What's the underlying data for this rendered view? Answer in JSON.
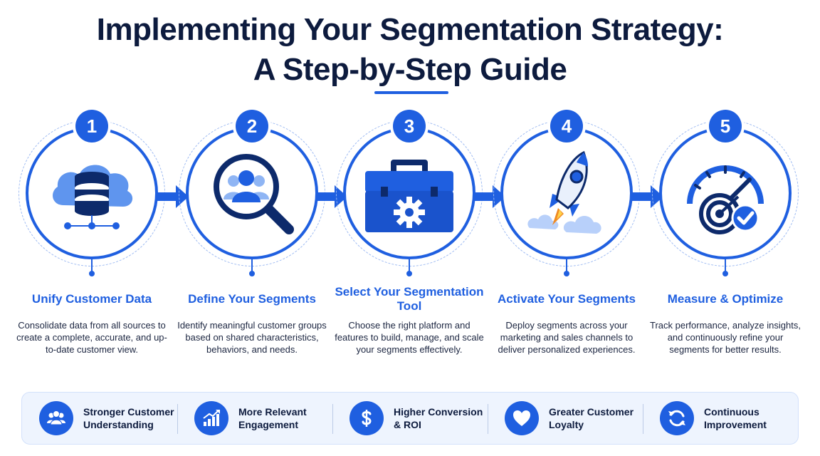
{
  "header": {
    "title_line1": "Implementing Your Segmentation Strategy:",
    "title_line2": "A Step-by-Step Guide"
  },
  "colors": {
    "primary": "#1f5fe0",
    "navy": "#0d1b3e",
    "light": "#eef4fe"
  },
  "steps": [
    {
      "number": "1",
      "title": "Unify Customer Data",
      "description": "Consolidate data from all sources to create a complete, accurate, and up-to-date customer view.",
      "icon": "cloud-database-icon"
    },
    {
      "number": "2",
      "title": "Define Your Segments",
      "description": "Identify meaningful customer groups based on shared characteristics, behaviors, and needs.",
      "icon": "magnifier-people-icon"
    },
    {
      "number": "3",
      "title": "Select Your Segmentation Tool",
      "description": "Choose the right platform and features to build, manage, and scale your segments effectively.",
      "icon": "toolbox-gear-icon"
    },
    {
      "number": "4",
      "title": "Activate Your Segments",
      "description": "Deploy segments across your marketing and sales channels to deliver personalized experiences.",
      "icon": "rocket-icon"
    },
    {
      "number": "5",
      "title": "Measure & Optimize",
      "description": "Track performance, analyze insights, and continuously refine your segments for better results.",
      "icon": "gauge-target-icon"
    }
  ],
  "benefits": [
    {
      "label": "Stronger Customer Understanding",
      "icon": "people-icon"
    },
    {
      "label": "More Relevant Engagement",
      "icon": "growth-chart-icon"
    },
    {
      "label": "Higher Conversion & ROI",
      "icon": "dollar-icon"
    },
    {
      "label": "Greater Customer Loyalty",
      "icon": "heart-icon"
    },
    {
      "label": "Continuous Improvement",
      "icon": "refresh-icon"
    }
  ]
}
